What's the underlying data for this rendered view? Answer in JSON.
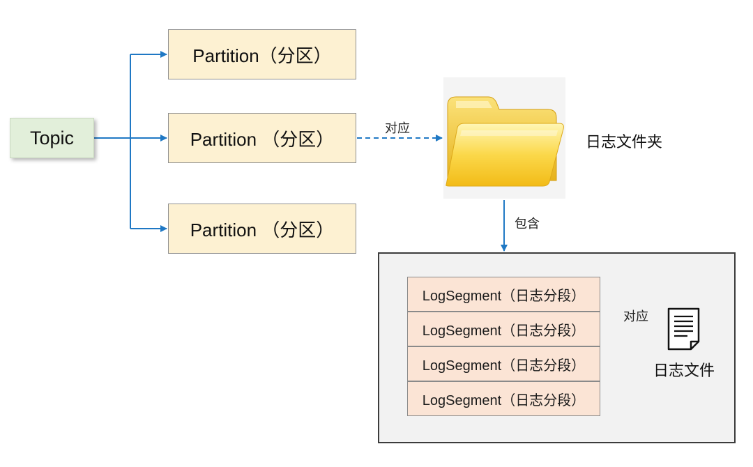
{
  "topic": {
    "label": "Topic"
  },
  "partitions": [
    {
      "label": "Partition（分区）"
    },
    {
      "label": "Partition （分区）"
    },
    {
      "label": "Partition （分区）"
    }
  ],
  "edges": {
    "partition_to_folder": "对应",
    "folder_to_segments": "包含",
    "segment_to_file": "对应"
  },
  "folder": {
    "label": "日志文件夹",
    "icon": "folder-icon"
  },
  "segments": [
    {
      "label": "LogSegment（日志分段）"
    },
    {
      "label": "LogSegment（日志分段）"
    },
    {
      "label": "LogSegment（日志分段）"
    },
    {
      "label": "LogSegment（日志分段）"
    }
  ],
  "log_file": {
    "label": "日志文件",
    "icon": "document-icon"
  },
  "colors": {
    "arrow": "#1f78c4",
    "topic_fill": "#e2efda",
    "partition_fill": "#fdf1d2",
    "segment_fill": "#fbe4d5",
    "container_fill": "#f2f2f2"
  }
}
